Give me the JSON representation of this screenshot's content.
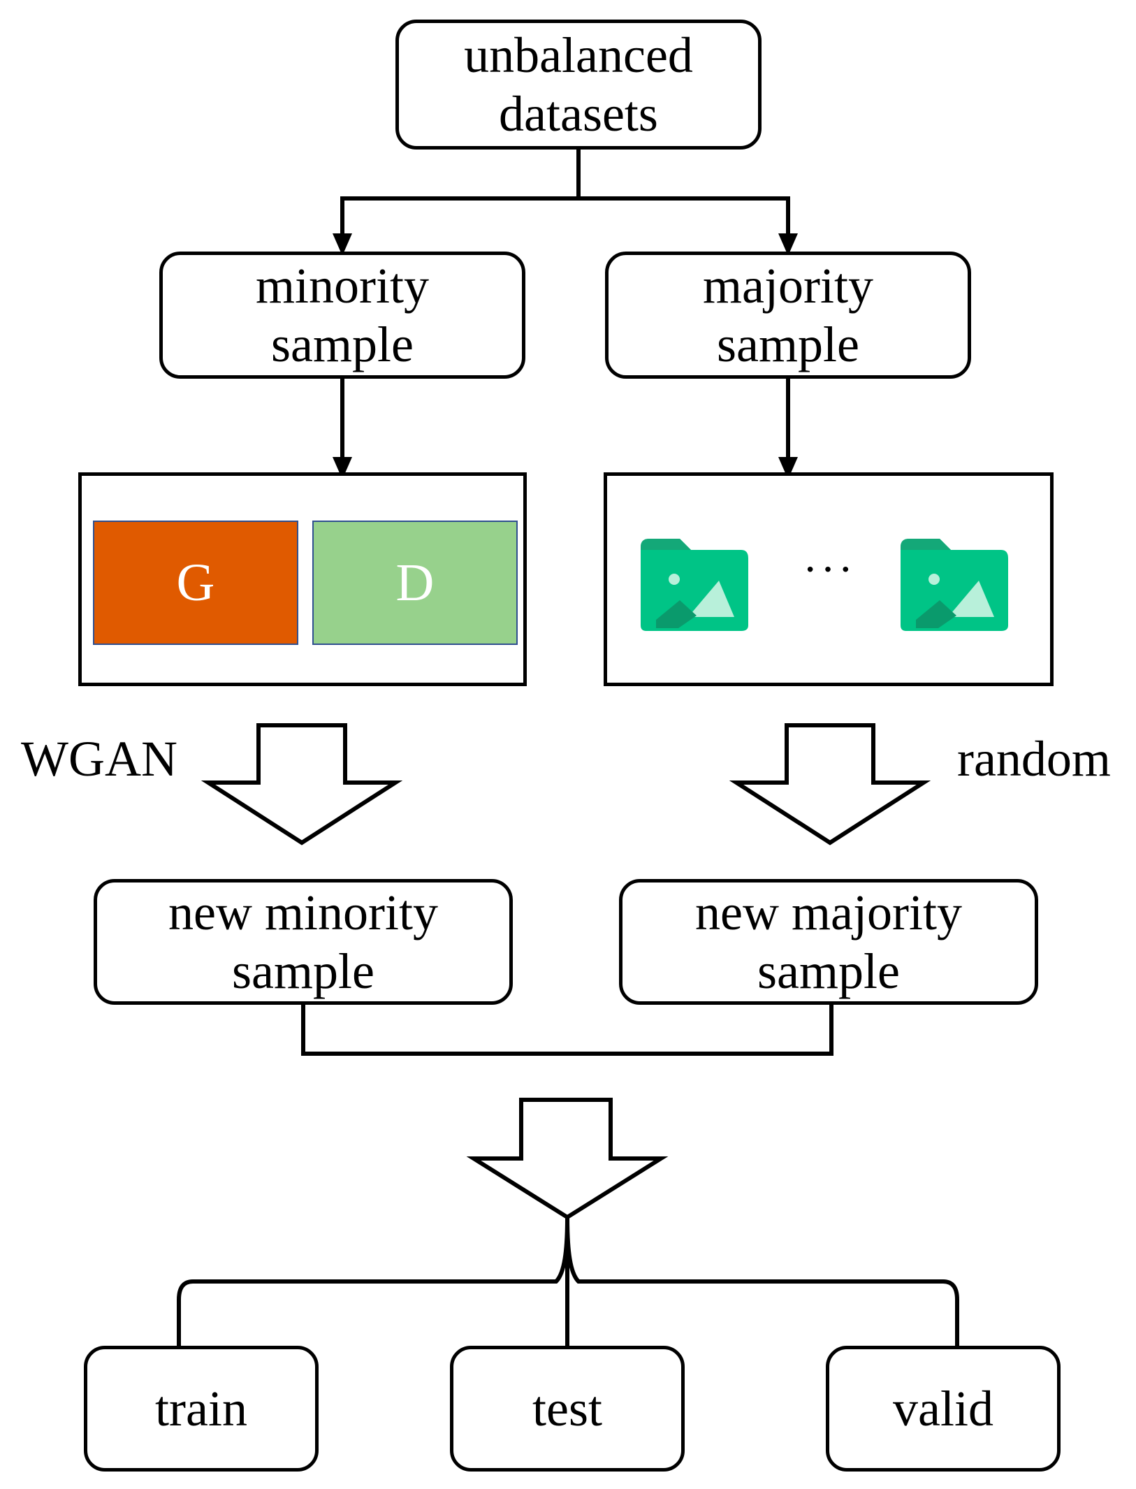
{
  "nodes": {
    "unbalanced": {
      "line1": "unbalanced",
      "line2": "datasets"
    },
    "minority": {
      "line1": "minority",
      "line2": "sample"
    },
    "majority": {
      "line1": "majority",
      "line2": "sample"
    },
    "new_minority": {
      "line1": "new minority",
      "line2": "sample"
    },
    "new_majority": {
      "line1": "new majority",
      "line2": "sample"
    },
    "train": {
      "label": "train"
    },
    "test": {
      "label": "test"
    },
    "valid": {
      "label": "valid"
    }
  },
  "wgan_panel": {
    "generator": {
      "label": "G",
      "color": "#e05a00"
    },
    "discriminator": {
      "label": "D",
      "color": "#97d18c"
    }
  },
  "majority_panel": {
    "icon": "image-folder-icon",
    "icon_color": "#00c486",
    "separator": "···"
  },
  "arrow_labels": {
    "left": "WGAN",
    "right": "random"
  }
}
